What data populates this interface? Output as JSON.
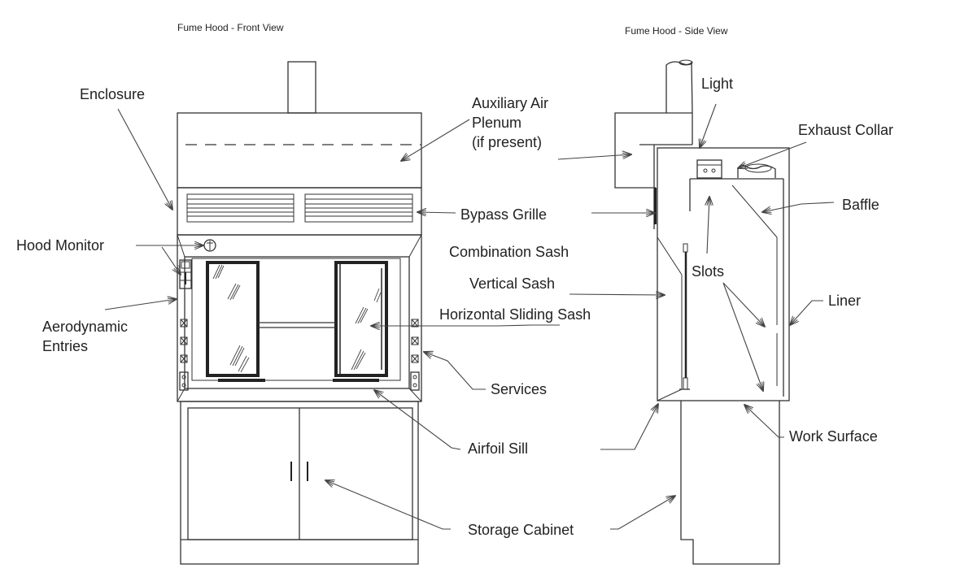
{
  "titles": {
    "front_view": "Fume Hood - Front View",
    "side_view": "Fume Hood - Side View"
  },
  "labels": {
    "enclosure": "Enclosure",
    "auxiliary_air_line1": "Auxiliary Air",
    "auxiliary_air_line2": "Plenum",
    "auxiliary_air_line3": "(if present)",
    "light": "Light",
    "exhaust_collar": "Exhaust Collar",
    "bypass_grille": "Bypass Grille",
    "baffle": "Baffle",
    "hood_monitor": "Hood Monitor",
    "combination_sash": "Combination Sash",
    "vertical_sash": "Vertical Sash",
    "slots": "Slots",
    "liner": "Liner",
    "horizontal_sliding_sash": "Horizontal Sliding Sash",
    "aerodynamic_entries_line1": "Aerodynamic",
    "aerodynamic_entries_line2": "Entries",
    "services": "Services",
    "airfoil_sill": "Airfoil Sill",
    "work_surface": "Work Surface",
    "storage_cabinet": "Storage Cabinet"
  },
  "colors": {
    "line": "#333333",
    "text": "#222222",
    "background": "#ffffff"
  }
}
